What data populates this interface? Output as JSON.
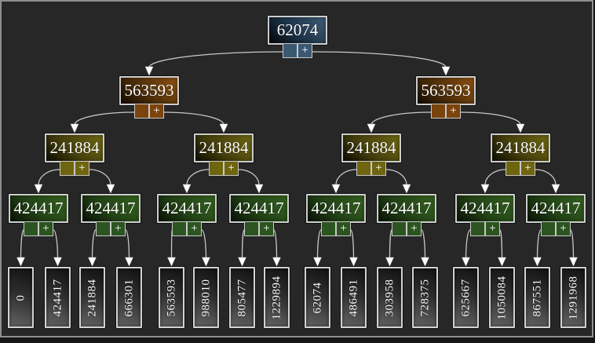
{
  "tree": {
    "operator": "+",
    "levels": [
      {
        "role": "root",
        "values": [
          "62074"
        ]
      },
      {
        "role": "level-1",
        "values": [
          "563593",
          "563593"
        ]
      },
      {
        "role": "level-2",
        "values": [
          "241884",
          "241884",
          "241884",
          "241884"
        ]
      },
      {
        "role": "level-3",
        "values": [
          "424417",
          "424417",
          "424417",
          "424417",
          "424417",
          "424417",
          "424417",
          "424417"
        ]
      }
    ],
    "leaves": [
      "0",
      "424417",
      "241884",
      "666301",
      "563593",
      "988010",
      "805477",
      "1229894",
      "62074",
      "486491",
      "303958",
      "728375",
      "625667",
      "1050084",
      "867551",
      "1291968"
    ],
    "colors": {
      "background": "#272727",
      "frame": "#8f8f8f",
      "edge": "#c8c8c8",
      "arrow": "#ffffff",
      "root_node": "#3f5d79",
      "root_cell": "#3b5873",
      "level1_node": "#8f5210",
      "level1_cell": "#7a440c",
      "level2_node": "#6e6712",
      "level2_cell": "#6e650e",
      "level3_node": "#35621f",
      "level3_cell": "#2c5420",
      "leaf_node": "#636363"
    }
  }
}
